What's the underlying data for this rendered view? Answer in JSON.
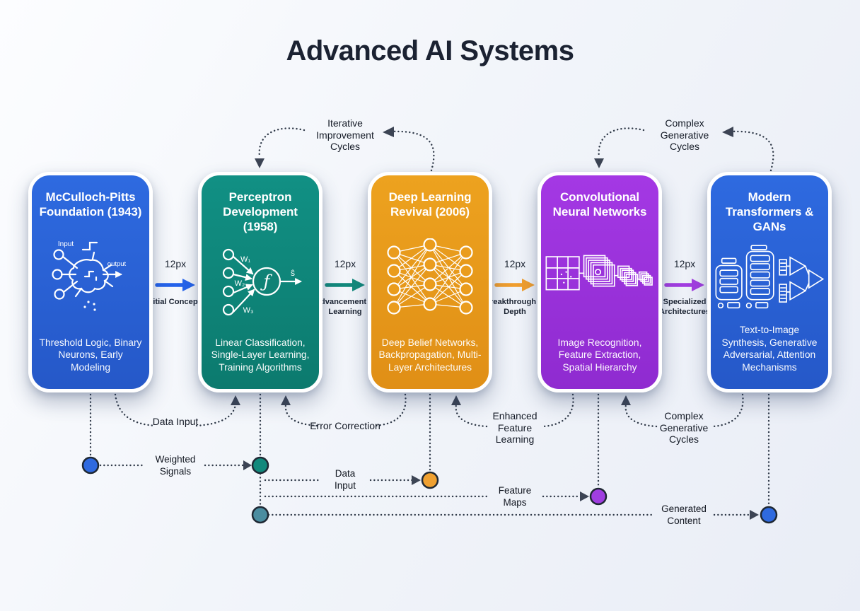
{
  "title": "Advanced AI Systems",
  "cards": [
    {
      "title": "McCulloch-Pitts Foundation (1943)",
      "description": "Threshold Logic, Binary Neurons, Early Modeling",
      "color": "#2b63d9",
      "icon": "neuron-diagram",
      "icon_labels": {
        "input": "Input",
        "output": "output"
      }
    },
    {
      "title": "Perceptron Development (1958)",
      "description": "Linear Classification, Single-Layer Learning, Training Algorithms",
      "color": "#0f8579",
      "icon": "perceptron-diagram",
      "icon_labels": {
        "w1": "W₁",
        "w2": "W₂",
        "w3": "W₃",
        "f": "ƒ",
        "s": "ŝ"
      }
    },
    {
      "title": "Deep Learning Revival (2006)",
      "description": "Deep Belief Networks, Backpropagation, Multi-Layer Architectures",
      "color": "#e8991c",
      "icon": "deep-network-diagram"
    },
    {
      "title": "Convolutional Neural Networks",
      "description": "Image Recognition, Feature Extraction, Spatial Hierarchy",
      "color": "#9c33dd",
      "icon": "cnn-diagram"
    },
    {
      "title": "Modern Transformers & GANs",
      "description": "Text-to-Image Synthesis, Generative Adversarial, Attention Mechanisms",
      "color": "#2b63d9",
      "icon": "transformer-gan-diagram"
    }
  ],
  "connectors": [
    {
      "size_label": "12px",
      "caption": "Initial Concepts",
      "color": "#2563eb"
    },
    {
      "size_label": "12px",
      "caption": "Advancement in Learning",
      "color": "#12897c"
    },
    {
      "size_label": "12px",
      "caption": "Breakthrough in Depth",
      "color": "#f09e2e"
    },
    {
      "size_label": "12px",
      "caption": "Specialized Architectures",
      "color": "#a23de0"
    }
  ],
  "feedback_cycles_top": [
    {
      "label": "Iterative Improvement Cycles"
    },
    {
      "label": "Complex Generative Cycles"
    }
  ],
  "feedback_cycles_bottom": [
    {
      "label": "Data Input"
    },
    {
      "label": "Error Correction"
    },
    {
      "label": "Enhanced Feature Learning"
    },
    {
      "label": "Complex Generative Cycles"
    }
  ],
  "signal_flows": [
    {
      "label": "Weighted Signals"
    },
    {
      "label": "Data Input"
    },
    {
      "label": "Feature Maps"
    },
    {
      "label": "Generated Content"
    }
  ],
  "signal_nodes": [
    {
      "name": "foundation-output-node",
      "color": "#2f6adf"
    },
    {
      "name": "perceptron-node",
      "color": "#12897c"
    },
    {
      "name": "deep-learning-node",
      "color": "#efa030"
    },
    {
      "name": "cnn-node",
      "color": "#a03ee0"
    },
    {
      "name": "hidden-state-node",
      "color": "#4b8da0"
    },
    {
      "name": "generated-output-node",
      "color": "#2f6adf"
    }
  ],
  "line_color": "#303a49"
}
